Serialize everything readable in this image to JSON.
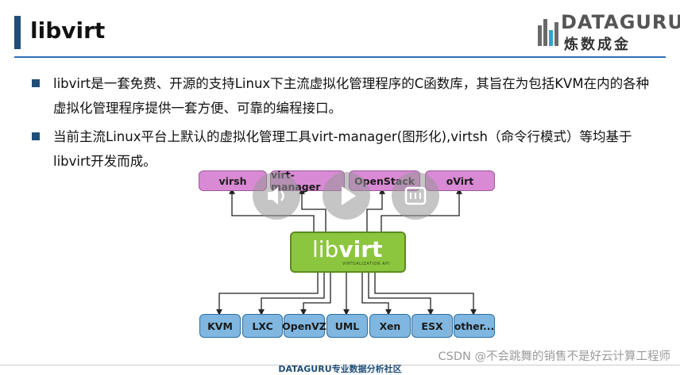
{
  "slide": {
    "title": "libvirt",
    "bullets": [
      "libvirt是一套免费、开源的支持Linux下主流虚拟化管理程序的C函数库，其旨在为包括KVM在内的各种虚拟化管理程序提供一套方便、可靠的编程接口。",
      "当前主流Linux平台上默认的虚拟化管理工具virt-manager(图形化),virtsh（命令行模式）等均基于libvirt开发而成。"
    ]
  },
  "logo": {
    "top_text": "DATAGURU",
    "bottom_text": "炼数成金"
  },
  "diagram": {
    "clients": [
      "virsh",
      "virt-manager",
      "OpenStack",
      "oVirt"
    ],
    "core": {
      "lib": "lib",
      "virt": "virt",
      "subtitle": "VIRTUALIZATION API"
    },
    "hypervisors": [
      "KVM",
      "LXC",
      "OpenVZ",
      "UML",
      "Xen",
      "ESX",
      "other..."
    ]
  },
  "player": {
    "volume_icon": "volume-icon",
    "play_icon": "play-icon",
    "fullscreen_icon": "fullscreen-icon"
  },
  "footer": {
    "text": "DATAGURU专业数据分析社区",
    "watermark": "CSDN @不会跳舞的销售不是好云计算工程师"
  },
  "colors": {
    "accent": "#1f4e79",
    "rule": "#2f6db5",
    "client_box": "#d98ad4",
    "core_box": "#8cc63f",
    "hypervisor_box": "#7fb7e0"
  }
}
